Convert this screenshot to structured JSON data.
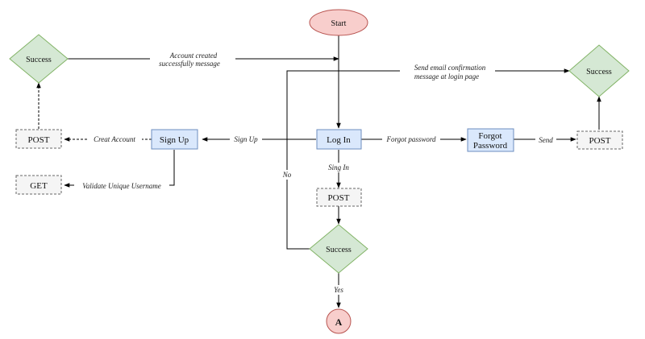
{
  "nodes": {
    "start": "Start",
    "login": "Log In",
    "signup": "Sign Up",
    "forgot_password_line1": "Forgot",
    "forgot_password_line2": "Password",
    "post_signup": "POST",
    "get_signup": "GET",
    "post_login": "POST",
    "post_forgot": "POST",
    "success_left": "Success",
    "success_right": "Success",
    "success_center": "Success",
    "connector_a": "A"
  },
  "edges": {
    "account_created_line1": "Account created",
    "account_created_line2": "successfully message",
    "send_email_line1": "Send email confirmation",
    "send_email_line2": "message at login page",
    "sign_up": "Sign Up",
    "creat_account": "Creat Account",
    "validate_username": "Validate Unique Username",
    "forgot_password": "Forgot password",
    "send": "Send",
    "sing_in": "Sing In",
    "no": "No",
    "yes": "Yes"
  },
  "colors": {
    "process_fill": "#dae8fc",
    "process_stroke": "#6c8ebf",
    "decision_fill": "#d5e8d4",
    "decision_stroke": "#82b366",
    "terminal_fill": "#f8cecc",
    "terminal_stroke": "#b85450",
    "data_fill": "#f5f5f5",
    "data_stroke": "#666666"
  }
}
